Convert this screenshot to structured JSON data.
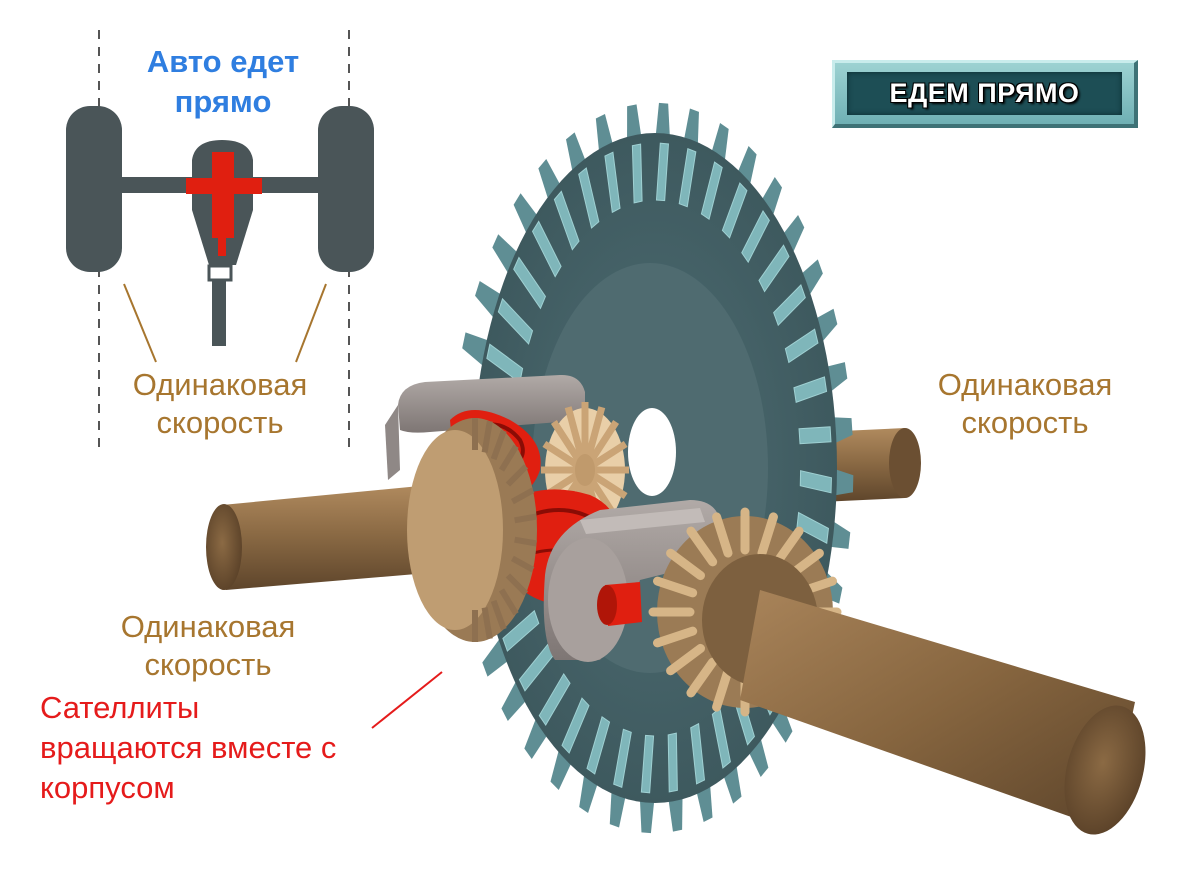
{
  "car_diagram": {
    "title_line1": "Авто едет",
    "title_line2": "прямо",
    "left_label_line1": "Одинаковая",
    "left_label_line2": "скорость"
  },
  "mode_badge": {
    "text": "ЕДЕМ ПРЯМО"
  },
  "right_shaft_label": {
    "line1": "Одинаковая",
    "line2": "скорость"
  },
  "left_shaft_label": {
    "line1": "Одинаковая",
    "line2": "скорость"
  },
  "satellites_note": {
    "line1": "Сателлиты",
    "line2": "вращаются вместе с",
    "line3": "корпусом"
  },
  "colors": {
    "ring_gear": "#7fb6ba",
    "ring_gear_dark": "#3f5c62",
    "shaft": "#8a6a45",
    "housing": "#9c9593",
    "satellite": "#e01f10",
    "side_gear": "#caa476",
    "label_brown": "#a7762f",
    "label_blue": "#2f7ee0",
    "label_red": "#e51b1b"
  }
}
